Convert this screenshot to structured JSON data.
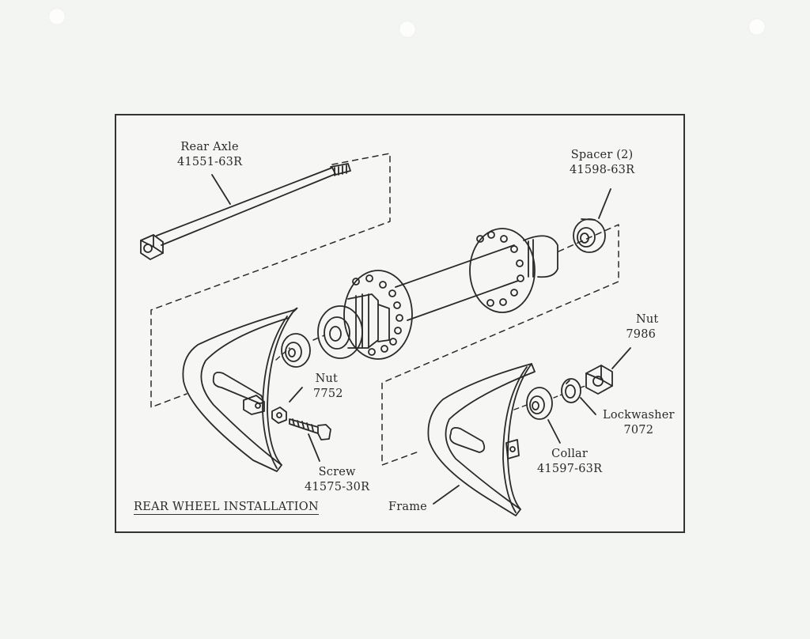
{
  "diagram": {
    "title": "REAR WHEEL INSTALLATION",
    "parts": [
      {
        "id": "rear-axle",
        "name": "Rear Axle",
        "part_no": "41551-63R"
      },
      {
        "id": "spacer",
        "name": "Spacer (2)",
        "part_no": "41598-63R"
      },
      {
        "id": "nut-7986",
        "name": "Nut",
        "part_no": "7986"
      },
      {
        "id": "nut-7752",
        "name": "Nut",
        "part_no": "7752"
      },
      {
        "id": "lockwasher",
        "name": "Lockwasher",
        "part_no": "7072"
      },
      {
        "id": "collar",
        "name": "Collar",
        "part_no": "41597-63R"
      },
      {
        "id": "screw",
        "name": "Screw",
        "part_no": "41575-30R"
      },
      {
        "id": "frame",
        "name": "Frame",
        "part_no": ""
      }
    ]
  },
  "colors": {
    "paper": "#f3f5f2",
    "ink": "#2a2a2a"
  }
}
